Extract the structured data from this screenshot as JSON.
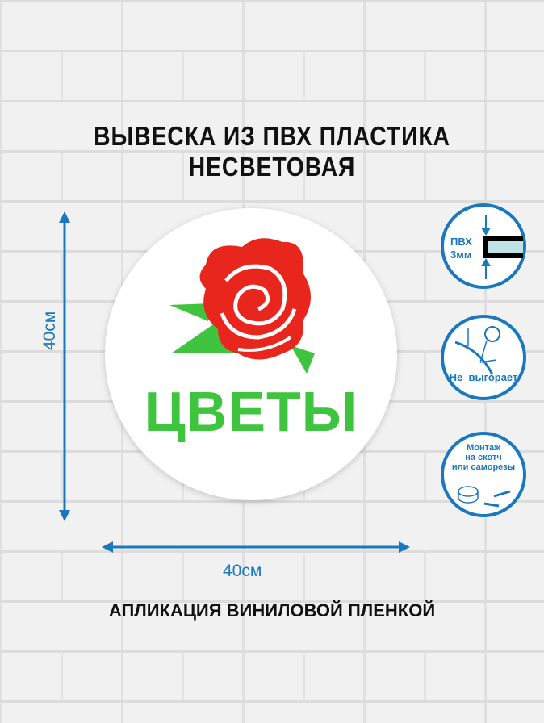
{
  "title": "ВЫВЕСКА ИЗ ПВХ ПЛАСТИКА НЕСВЕТОВАЯ",
  "sign": {
    "text": "ЦВЕТЫ",
    "icon": "rose-icon",
    "text_color": "#3ec43e",
    "rose_color": "#e8261e"
  },
  "dimensions": {
    "height": "40см",
    "width": "40см",
    "color": "#1a78bf"
  },
  "badges": [
    {
      "line1": "ПВХ",
      "line2": "3мм",
      "icon": "thickness-icon"
    },
    {
      "label": "Не  выгорает",
      "icon": "sun-icon"
    },
    {
      "line1": "Монтаж",
      "line2": "на скотч",
      "line3": "или саморезы",
      "icon": "tape-screws-icon"
    }
  ],
  "bottom": "АПЛИКАЦИЯ ВИНИЛОВОЙ ПЛЕНКОЙ"
}
